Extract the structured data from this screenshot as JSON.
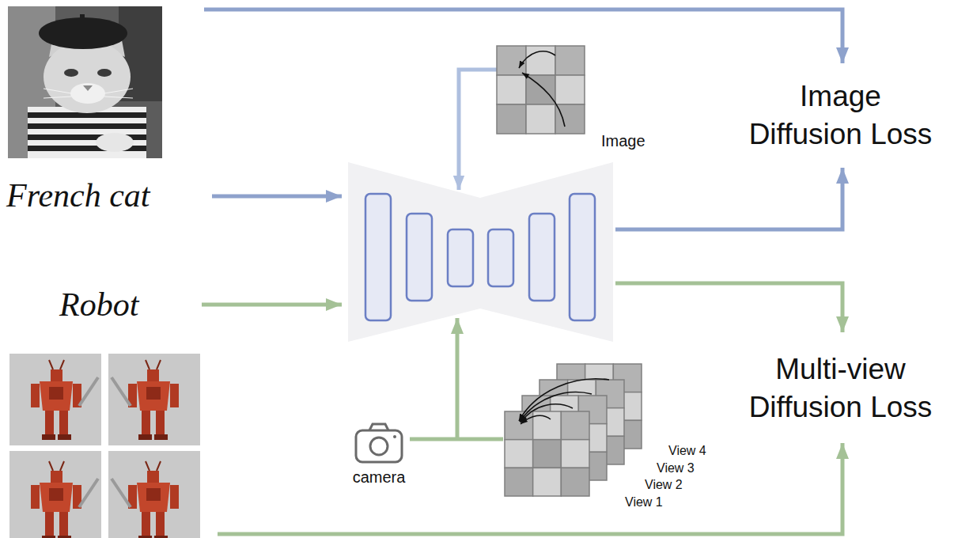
{
  "diagram": {
    "nodes": [
      {
        "text": [
          "Image"
        ]
      },
      {
        "text": [
          "View 4",
          "View 3",
          "View 2",
          "View 1"
        ]
      },
      {
        "text": [
          "camera"
        ]
      }
    ],
    "edges": [
      {
        "from": 2,
        "to": 1,
        "arrow": "none"
      }
    ],
    "labels": [
      "French cat",
      "Robot",
      "Image Diffusion Loss",
      "Multi-view Diffusion Loss"
    ]
  }
}
